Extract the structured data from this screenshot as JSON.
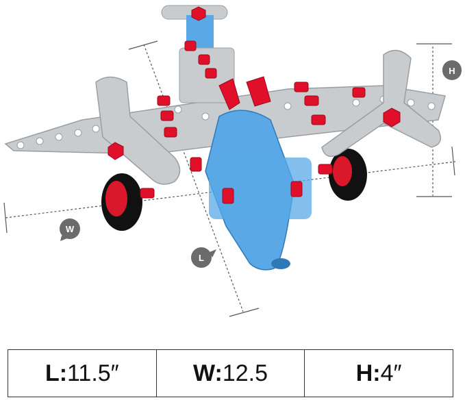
{
  "badges": {
    "height": "H",
    "width": "W",
    "length": "L"
  },
  "dimensions": [
    {
      "key": "L:",
      "value": "11.5″"
    },
    {
      "key": "W:",
      "value": "12.5"
    },
    {
      "key": "H:",
      "value": "4″"
    }
  ],
  "colors": {
    "metal": "#c9cccf",
    "bolt": "#e0102a",
    "body": "#5aa9e6",
    "tire": "#111111",
    "badge": "#6b6b6b"
  }
}
